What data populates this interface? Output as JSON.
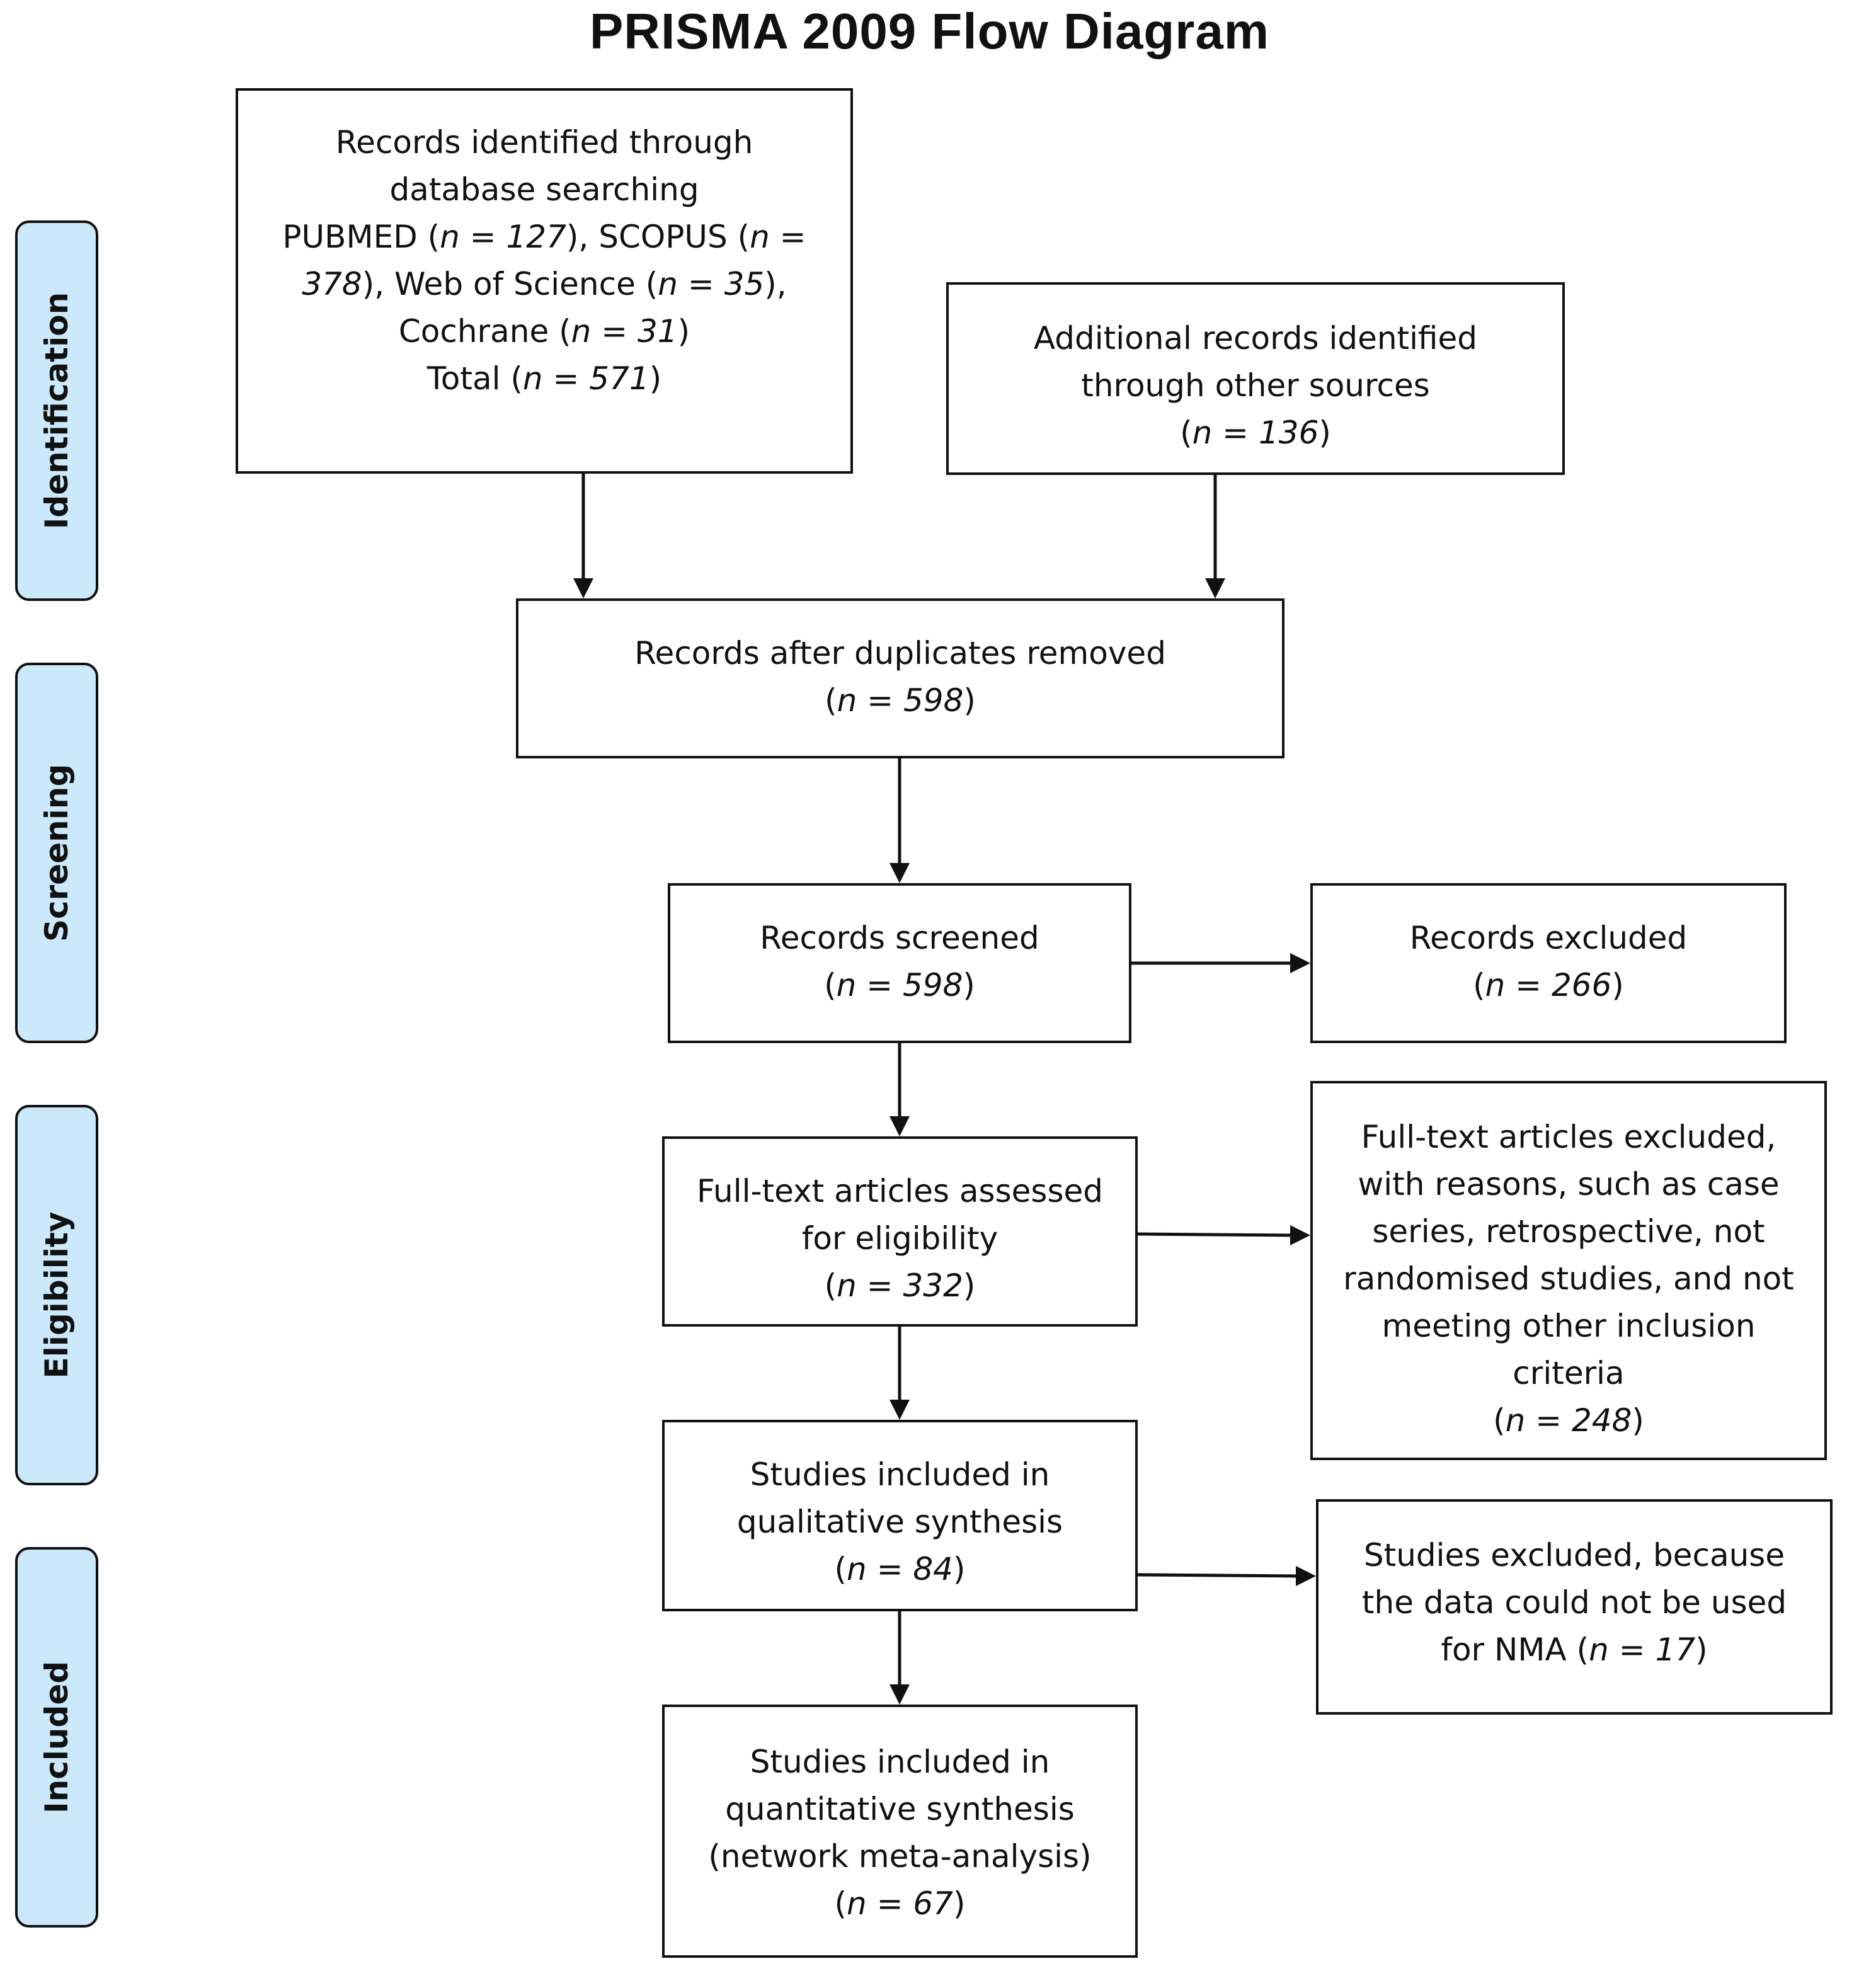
{
  "title": "PRISMA 2009 Flow Diagram",
  "stages": {
    "identification": "Identification",
    "screening": "Screening",
    "eligibility": "Eligibility",
    "included": "Included"
  },
  "boxes": {
    "database_search": {
      "line1": "Records identified through",
      "line2": "database searching",
      "pubmed_label": "PUBMED (",
      "pubmed_n": "n = 127",
      "scopus_label": "), SCOPUS (",
      "scopus_n_part1": "n =",
      "scopus_n_part2": "378",
      "wos_label": "), Web of Science (",
      "wos_n": "n = 35",
      "wos_close": "),",
      "cochrane_label": "Cochrane (",
      "cochrane_n": "n = 31",
      "total_label": "Total (",
      "total_n": "n = 571",
      "close": ")"
    },
    "other_sources": {
      "line1": "Additional records identified",
      "line2": "through other sources",
      "n": "n = 136"
    },
    "duplicates_removed": {
      "line1": "Records after duplicates removed",
      "n": "n = 598"
    },
    "screened": {
      "line1": "Records screened",
      "n": "n = 598"
    },
    "excluded": {
      "line1": "Records excluded",
      "n": "n = 266"
    },
    "fulltext_assessed": {
      "line1": "Full-text articles assessed",
      "line2": "for eligibility",
      "n": "n = 332"
    },
    "fulltext_excluded": {
      "line1": "Full-text articles excluded,",
      "line2": "with reasons, such as case",
      "line3": "series, retrospective, not",
      "line4": "randomised studies, and not",
      "line5": "meeting other inclusion",
      "line6": "criteria",
      "n": "n = 248"
    },
    "qualitative": {
      "line1": "Studies included in",
      "line2": "qualitative synthesis",
      "n": "n = 84"
    },
    "nma_excluded": {
      "line1": "Studies excluded, because",
      "line2": "the data could not be used",
      "line3": "for NMA (",
      "n": "n = 17",
      "close": ")"
    },
    "quantitative": {
      "line1": "Studies included in",
      "line2": "quantitative synthesis",
      "line3": "(network meta-analysis)",
      "n": "n = 67"
    }
  },
  "colors": {
    "stage_fill": "#cce9fb",
    "stroke": "#111111"
  }
}
